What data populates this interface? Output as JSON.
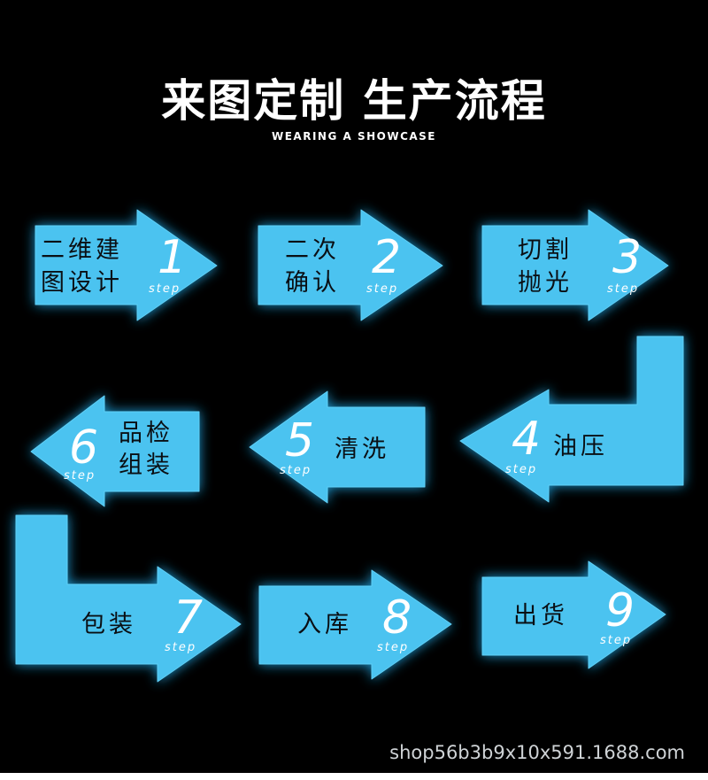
{
  "header": {
    "title": "来图定制 生产流程",
    "subtitle": "WEARING A SHOWCASE"
  },
  "colors": {
    "background": "#000000",
    "arrow_fill": "#4bc3f0",
    "arrow_glow": "#1fa8e6",
    "label_text": "#0a0f14",
    "number_text": "#ffffff"
  },
  "steps": [
    {
      "number": "1",
      "step_label": "step",
      "line1": "二维建",
      "line2": "图设计",
      "direction": "right"
    },
    {
      "number": "2",
      "step_label": "step",
      "line1": "二次",
      "line2": "确认",
      "direction": "right"
    },
    {
      "number": "3",
      "step_label": "step",
      "line1": "切割",
      "line2": "抛光",
      "direction": "right"
    },
    {
      "number": "4",
      "step_label": "step",
      "line1": "油压",
      "line2": "",
      "direction": "left-turn"
    },
    {
      "number": "5",
      "step_label": "step",
      "line1": "清洗",
      "line2": "",
      "direction": "left"
    },
    {
      "number": "6",
      "step_label": "step",
      "line1": "品检",
      "line2": "组装",
      "direction": "left"
    },
    {
      "number": "7",
      "step_label": "step",
      "line1": "包装",
      "line2": "",
      "direction": "right-turn"
    },
    {
      "number": "8",
      "step_label": "step",
      "line1": "入库",
      "line2": "",
      "direction": "right"
    },
    {
      "number": "9",
      "step_label": "step",
      "line1": "出货",
      "line2": "",
      "direction": "right"
    }
  ],
  "footer": {
    "watermark": "shop56b3b9x10x591.1688.com"
  }
}
